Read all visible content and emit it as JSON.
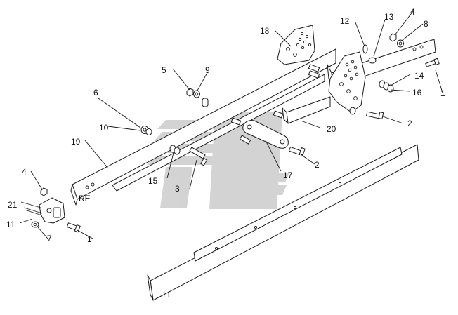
{
  "diagram": {
    "callouts": {
      "c1_right": "1",
      "c1_left": "1",
      "c2_bolt_top": "2",
      "c2_bolt_mid": "2",
      "c3": "3",
      "c4_left": "4",
      "c4_top": "4",
      "c5": "5",
      "c6": "6",
      "c7": "7",
      "c8": "8",
      "c9": "9",
      "c10": "10",
      "c11": "11",
      "c12": "12",
      "c13": "13",
      "c14": "14",
      "c15": "15",
      "c16": "16",
      "c17": "17",
      "c18": "18",
      "c19": "19",
      "c20": "20",
      "c21": "21"
    },
    "side_labels": {
      "right_rail": "RE",
      "left_rail": "LI"
    }
  }
}
